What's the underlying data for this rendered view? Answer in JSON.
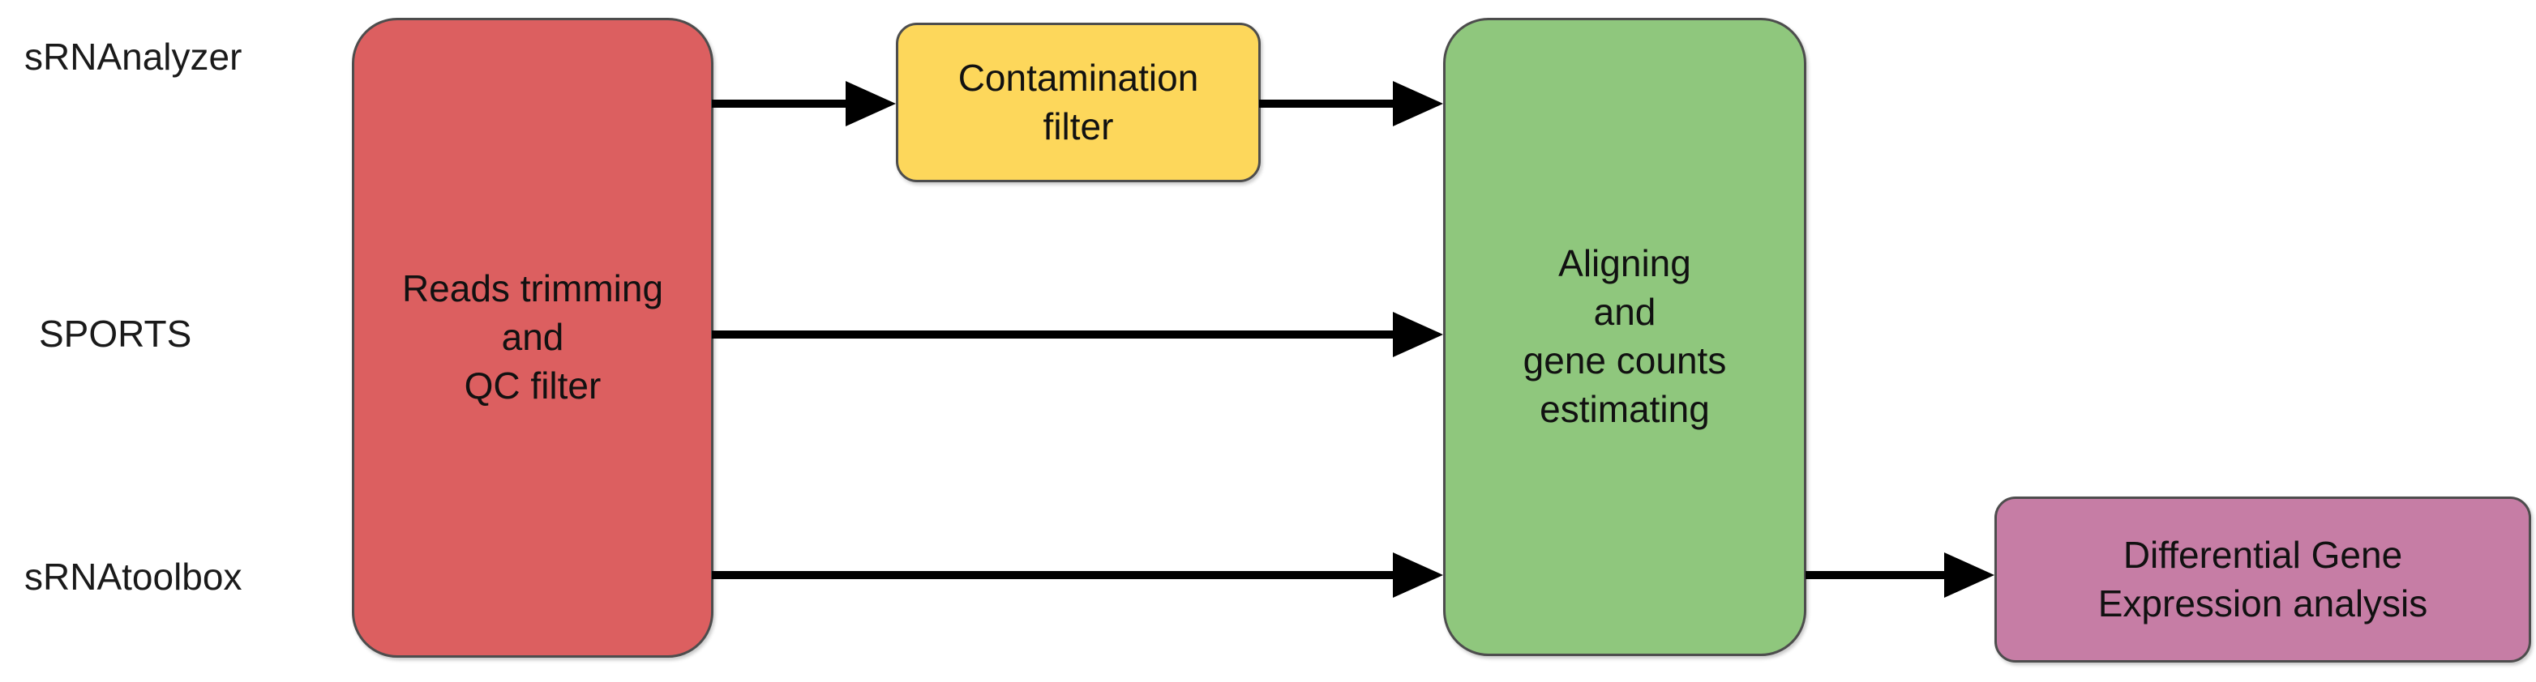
{
  "diagram": {
    "title": "small RNA-seq pipeline comparison workflow",
    "background_color": "#ffffff",
    "row_labels": [
      {
        "id": "srnanalyzer",
        "text": "sRNAnalyzer"
      },
      {
        "id": "sports",
        "text": "SPORTS"
      },
      {
        "id": "srnatoolbox",
        "text": "sRNAtoolbox"
      }
    ],
    "nodes": [
      {
        "id": "trim",
        "text": "Reads trimming\nand\nQC filter",
        "color": "#dc5f60",
        "border_color": "#4d4d4d",
        "shape": "rounded-rectangle"
      },
      {
        "id": "contamination",
        "text": "Contamination\nfilter",
        "color": "#fdd75b",
        "border_color": "#4d4d4d",
        "shape": "rounded-rectangle"
      },
      {
        "id": "align",
        "text": "Aligning\nand\ngene counts\nestimating",
        "color": "#8fc77d",
        "border_color": "#4d4d4d",
        "shape": "rounded-rectangle"
      },
      {
        "id": "dge",
        "text": "Differential Gene\nExpression analysis",
        "color": "#c67da5",
        "border_color": "#4d4d4d",
        "shape": "rounded-rectangle"
      }
    ],
    "edges": [
      {
        "id": "trim-to-contamination",
        "from": "trim",
        "to": "contamination",
        "label": "",
        "color": "#000000"
      },
      {
        "id": "contamination-to-align",
        "from": "contamination",
        "to": "align",
        "label": "",
        "color": "#000000"
      },
      {
        "id": "trim-to-align-middle",
        "from": "trim",
        "to": "align",
        "label": "",
        "color": "#000000"
      },
      {
        "id": "trim-to-align-bottom",
        "from": "trim",
        "to": "align",
        "label": "",
        "color": "#000000"
      },
      {
        "id": "align-to-dge",
        "from": "align",
        "to": "dge",
        "label": "",
        "color": "#000000"
      }
    ]
  }
}
